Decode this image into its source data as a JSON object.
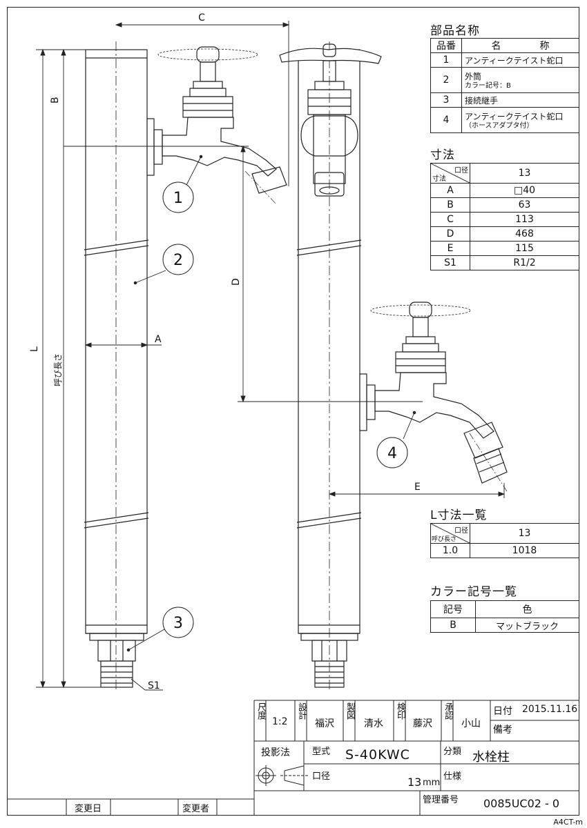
{
  "parts_list": {
    "title": "部品名称",
    "headers": [
      "品番",
      "名　　　　称"
    ],
    "rows": [
      {
        "no": "1",
        "name": "アンティークテイスト蛇口",
        "sub": ""
      },
      {
        "no": "2",
        "name": "外筒",
        "sub": "カラー記号：B"
      },
      {
        "no": "3",
        "name": "接続継手",
        "sub": ""
      },
      {
        "no": "4",
        "name": "アンティークテイスト蛇口",
        "sub": "（ホースアダプタ付）"
      }
    ]
  },
  "dimensions": {
    "title": "寸法",
    "corner_top": "口径",
    "corner_bottom": "寸法",
    "size_header": "13",
    "rows": [
      {
        "label": "A",
        "value": "□40"
      },
      {
        "label": "B",
        "value": "63"
      },
      {
        "label": "C",
        "value": "113"
      },
      {
        "label": "D",
        "value": "468"
      },
      {
        "label": "E",
        "value": "115"
      },
      {
        "label": "S1",
        "value": "R1/2"
      }
    ]
  },
  "length_list": {
    "title": "L寸法一覧",
    "corner_top": "口径",
    "corner_bottom": "呼び長さ",
    "size_header": "13",
    "rows": [
      {
        "label": "1.0",
        "value": "1018"
      }
    ]
  },
  "color_list": {
    "title": "カラー記号一覧",
    "headers": [
      "記号",
      "色"
    ],
    "rows": [
      {
        "code": "B",
        "color": "マットブラック"
      }
    ]
  },
  "drawing": {
    "labels": {
      "C": "C",
      "B": "B",
      "D": "D",
      "A": "A",
      "E": "E",
      "L": "L",
      "S1": "S1",
      "nominal_length": "呼び長さ"
    },
    "balloons": [
      "1",
      "2",
      "3",
      "4"
    ]
  },
  "title_block": {
    "scale_label": "尺度",
    "scale": "1:2",
    "design_label": "設計",
    "design": "福沢",
    "drawn_label": "製図",
    "drawn": "清水",
    "check_label": "検印",
    "check": "藤沢",
    "approve_label": "承認",
    "approve": "小山",
    "date_label": "日付",
    "date": "2015.11.16",
    "remarks_label": "備考",
    "projection_label": "投影法",
    "model_label": "型式",
    "model": "S-40KWC",
    "category_label": "分類",
    "category": "水栓柱",
    "bore_label": "口径",
    "bore": "13",
    "bore_unit": "mm",
    "spec_label": "仕様",
    "control_label": "管理番号",
    "control_no": "0085UC02 - 0",
    "change_date_label": "変更日",
    "changer_label": "変更者"
  },
  "sheet_code": "A4CT-m"
}
